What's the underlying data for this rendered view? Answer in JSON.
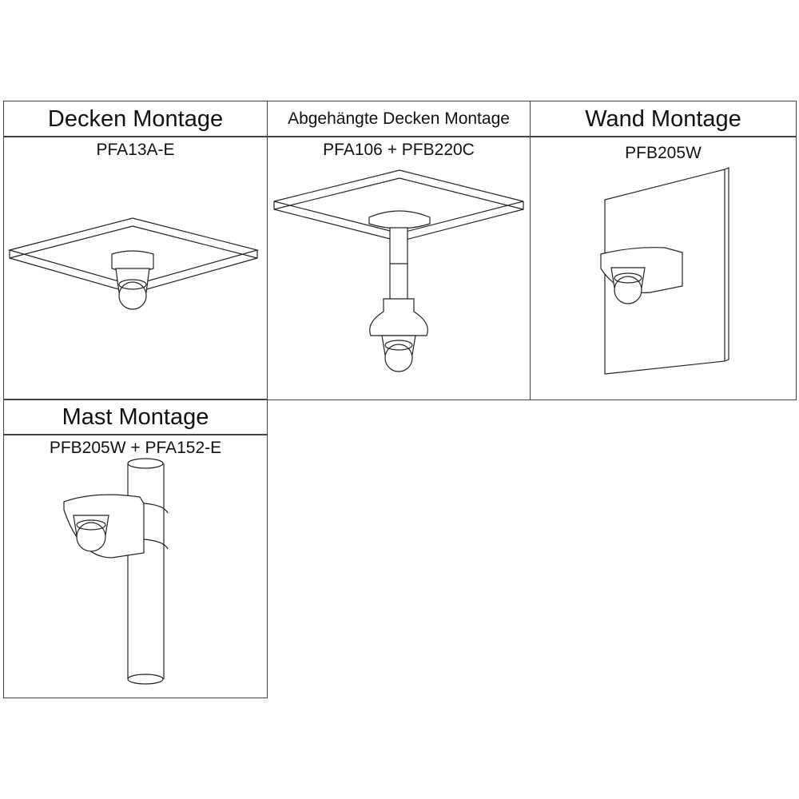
{
  "mounts": [
    {
      "title": "Decken Montage",
      "model": "PFA13A-E"
    },
    {
      "title": "Abgehängte Decken Montage",
      "model": "PFA106 + PFB220C"
    },
    {
      "title": "Wand Montage",
      "model": "PFB205W"
    },
    {
      "title": "Mast Montage",
      "model": "PFB205W + PFA152-E"
    }
  ]
}
